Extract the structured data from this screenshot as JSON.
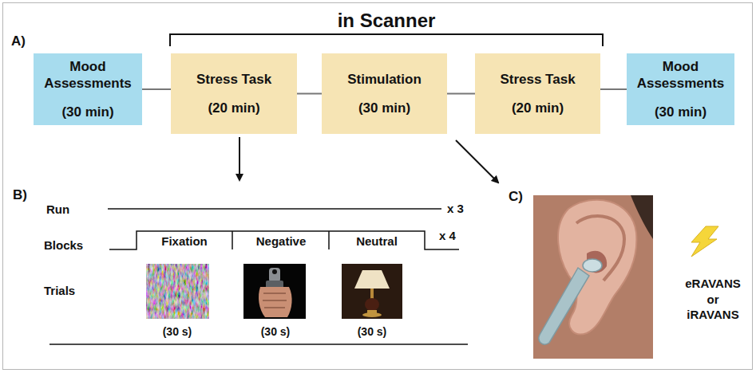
{
  "diagram": {
    "nodes": [
      {
        "text": [
          "Mood Assessments",
          "(30 min)"
        ]
      },
      {
        "text": [
          "Stress Task",
          "(20 min)"
        ]
      },
      {
        "text": [
          "Stimulation",
          "(30 min)"
        ]
      },
      {
        "text": [
          "Stress Task",
          "(20 min)"
        ]
      },
      {
        "text": [
          "Mood Assessments",
          "(30 min)"
        ]
      }
    ],
    "edges": [
      {
        "from": 0,
        "to": 1,
        "arrow": "none"
      },
      {
        "from": 1,
        "to": 2,
        "arrow": "none"
      },
      {
        "from": 2,
        "to": 3,
        "arrow": "none"
      },
      {
        "from": 3,
        "to": 4,
        "arrow": "none"
      }
    ],
    "labels": [
      "in Scanner",
      "A)",
      "B)",
      "Run",
      "x 3",
      "Blocks",
      "Fixation",
      "Negative",
      "Neutral",
      "x 4",
      "Trials",
      "(30 s)",
      "(30 s)",
      "(30 s)",
      "C)",
      "eRAVANS or iRAVANS"
    ]
  }
}
